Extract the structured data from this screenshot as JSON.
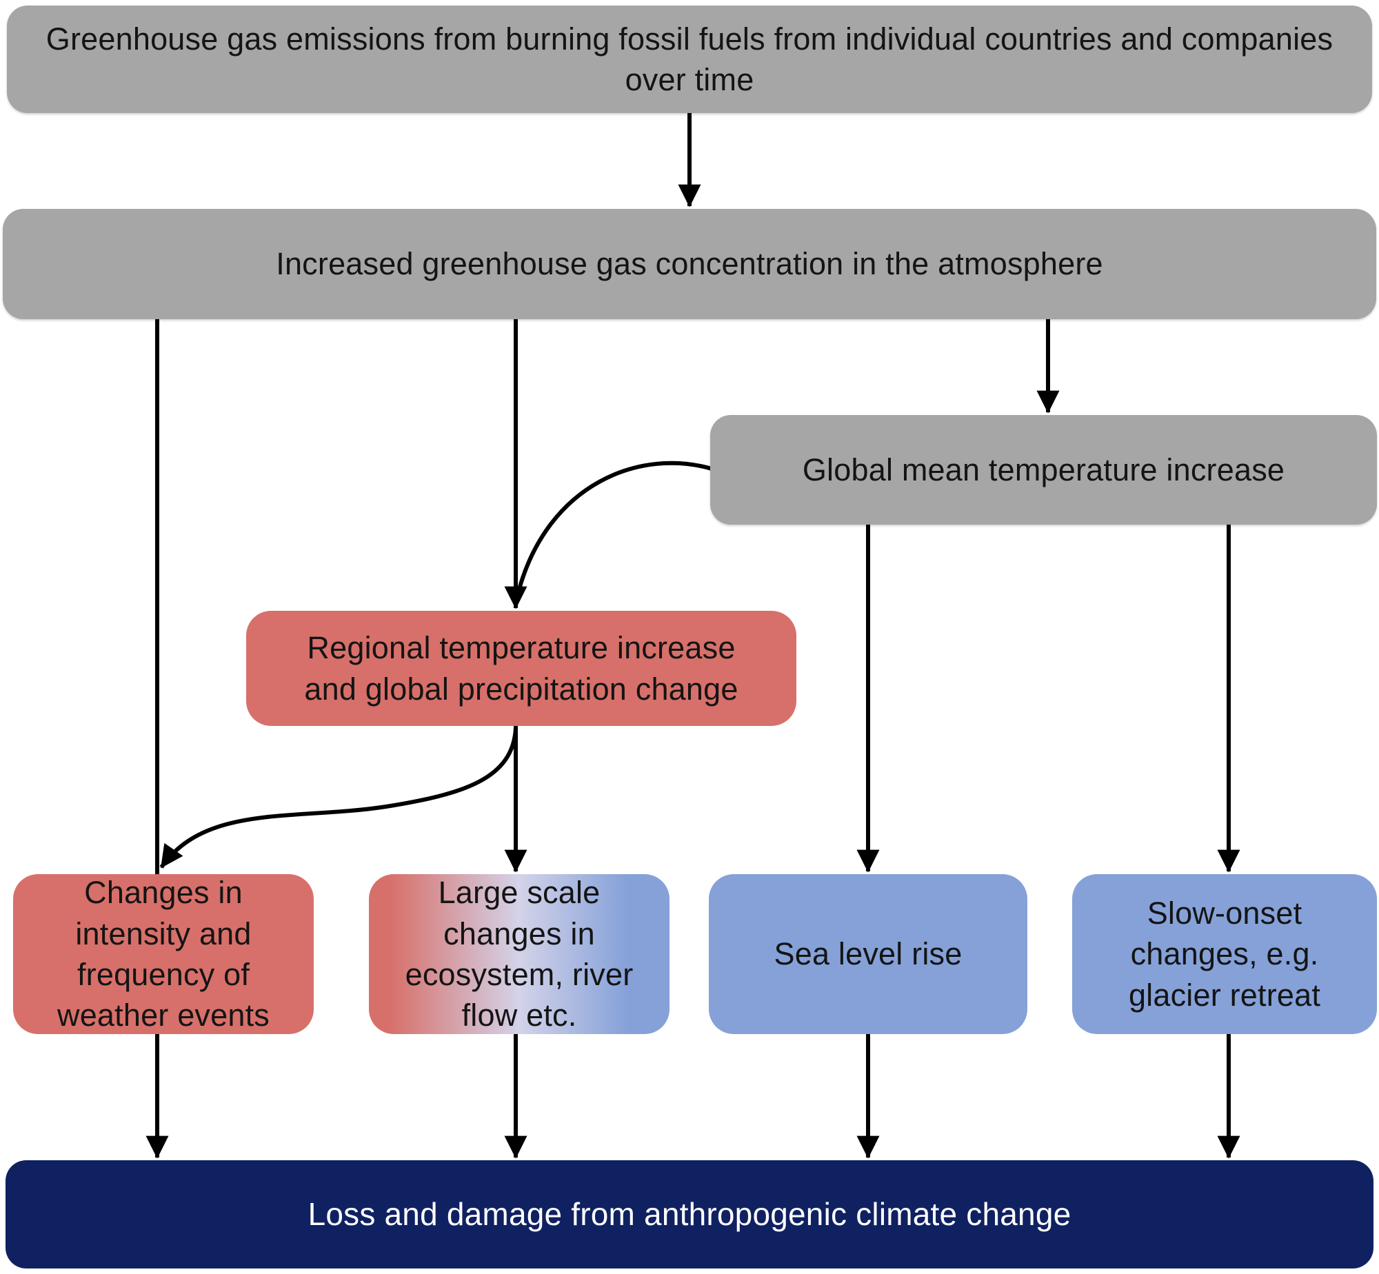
{
  "nodes": {
    "emissions": {
      "label": "Greenhouse gas emissions from burning fossil fuels from individual countries and companies over time"
    },
    "concentration": {
      "label": "Increased greenhouse gas concentration in the atmosphere"
    },
    "global_temp": {
      "label": "Global mean temperature increase"
    },
    "regional": {
      "label": "Regional temperature increase and global precipitation change"
    },
    "weather_events": {
      "label": "Changes in intensity and frequency of weather events"
    },
    "ecosystem": {
      "label": "Large scale changes in ecosystem, river flow etc."
    },
    "sea_level": {
      "label": "Sea level rise"
    },
    "slow_onset": {
      "label": "Slow-onset changes, e.g. glacier retreat"
    },
    "loss_damage": {
      "label": "Loss and damage from anthropogenic climate change"
    }
  },
  "colors": {
    "gray": "#a6a6a6",
    "red": "#d7706a",
    "blue": "#85a1d8",
    "gradient_mid": "#d3d3e9",
    "navy": "#102162",
    "arrow": "#000000",
    "text_dark": "#141414",
    "text_light": "#ffffff",
    "background": "#ffffff"
  }
}
